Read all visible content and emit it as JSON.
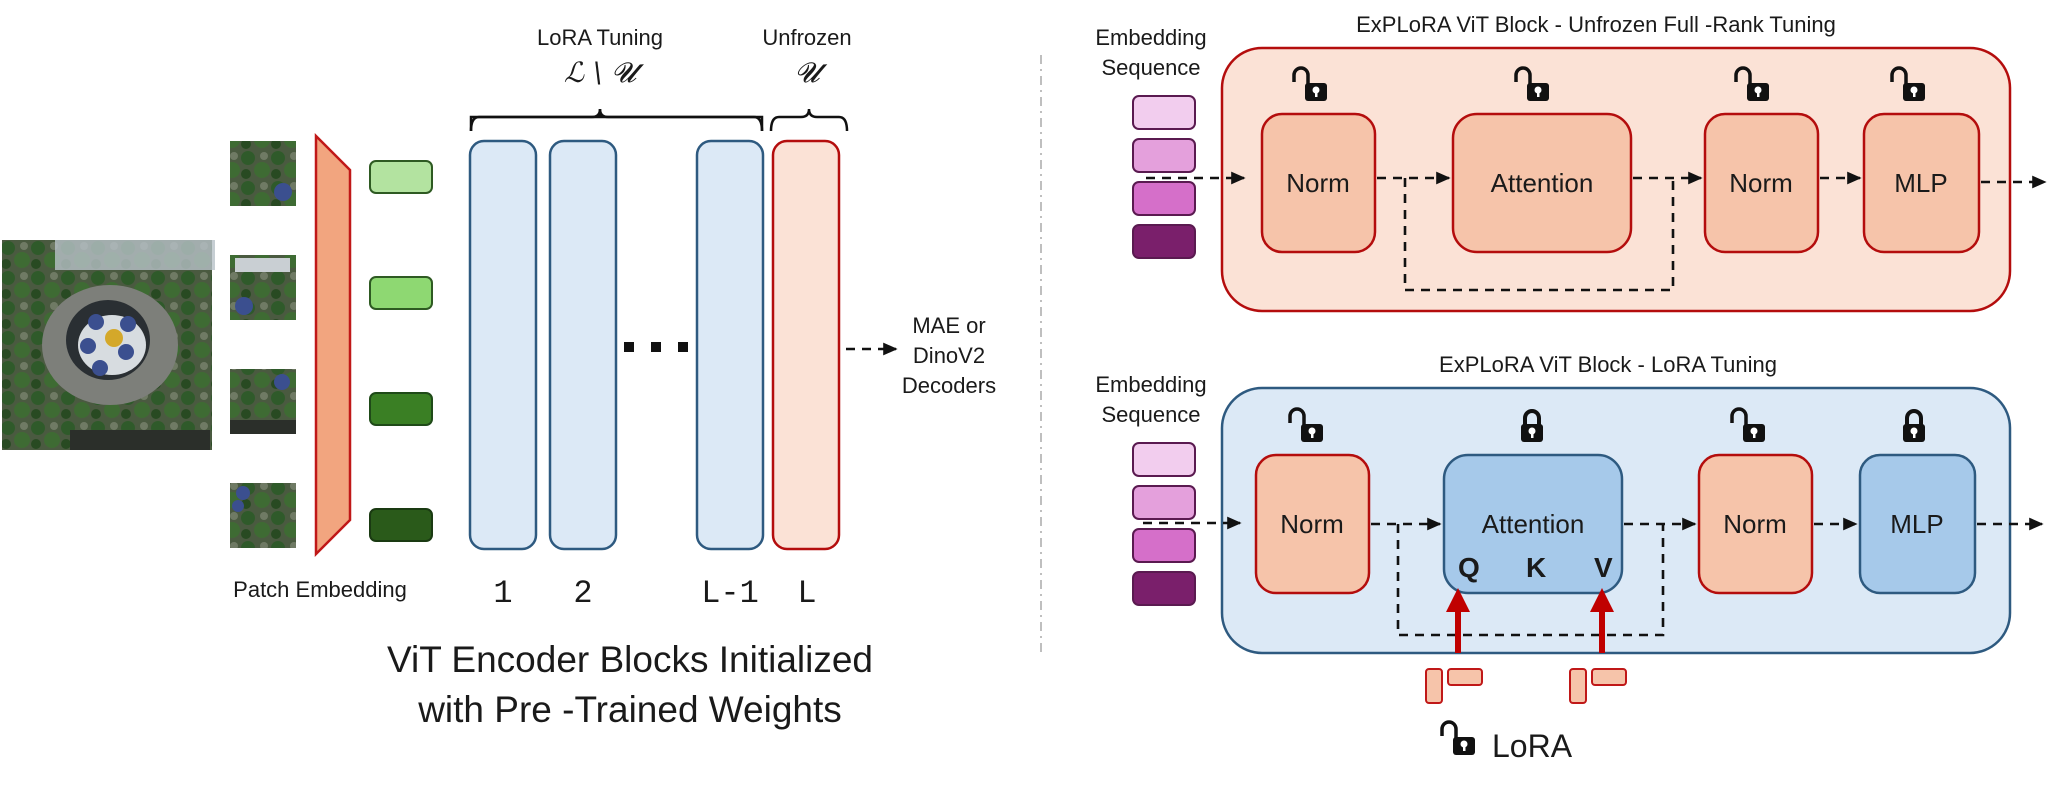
{
  "left_panel": {
    "input_image": {
      "description": "satellite image of a cathedral with blue domes surrounded by trees"
    },
    "patches": [
      {
        "description": "top-left patch"
      },
      {
        "description": "top-right patch"
      },
      {
        "description": "bottom-left patch"
      },
      {
        "description": "bottom-right patch"
      }
    ],
    "patch_embedding_label": "Patch Embedding",
    "token_colors": [
      "#b3e3a0",
      "#8ed872",
      "#3a7f24",
      "#2a5a1a"
    ],
    "brace_lora": {
      "title": "LoRA Tuning",
      "symbol": "ℒ \\ 𝓤"
    },
    "brace_unfrozen": {
      "title": "Unfrozen",
      "symbol": "𝓤"
    },
    "blocks": [
      {
        "label": "1",
        "type": "lora"
      },
      {
        "label": "2",
        "type": "lora"
      },
      {
        "label": "L-1",
        "type": "lora"
      },
      {
        "label": "L",
        "type": "unfrozen"
      }
    ],
    "ellipsis": "• • •",
    "decoder_label": [
      "MAE or",
      "DinoV2",
      "Decoders"
    ],
    "caption": [
      "ViT Encoder Blocks Initialized",
      "with Pre -Trained Weights"
    ]
  },
  "top_block": {
    "title": "ExPLoRA ViT Block  - Unfrozen Full -Rank Tuning",
    "sequence_label": [
      "Embedding",
      "Sequence"
    ],
    "sequence_colors": [
      "#f2cdee",
      "#e4a0dc",
      "#d56fc9",
      "#7a1f6b"
    ],
    "modules": [
      {
        "label": "Norm",
        "lock": "unlocked"
      },
      {
        "label": "Attention",
        "lock": "unlocked"
      },
      {
        "label": "Norm",
        "lock": "unlocked"
      },
      {
        "label": "MLP",
        "lock": "unlocked"
      }
    ]
  },
  "bottom_block": {
    "title": "ExPLoRA ViT Block  - LoRA Tuning",
    "sequence_label": [
      "Embedding",
      "Sequence"
    ],
    "sequence_colors": [
      "#f2cdee",
      "#e4a0dc",
      "#d56fc9",
      "#7a1f6b"
    ],
    "modules": [
      {
        "label": "Norm",
        "lock": "unlocked"
      },
      {
        "label": "Attention",
        "lock": "locked",
        "sub_labels": [
          "Q",
          "K",
          "V"
        ]
      },
      {
        "label": "Norm",
        "lock": "unlocked"
      },
      {
        "label": "MLP",
        "lock": "locked"
      }
    ],
    "lora_legend": "LoRA",
    "lora_targets": [
      "Q",
      "V"
    ]
  },
  "colors": {
    "lora_fill": "#dce9f6",
    "lora_stroke": "#2e5a80",
    "frozen_module_fill": "#a6c9ea",
    "unfrozen_fill": "#fbe2d6",
    "unfrozen_stroke": "#b40d0d",
    "unfrozen_module_fill": "#f6c4aa",
    "patch_embed_fill": "#f2a57f",
    "lora_arrow": "#c00000"
  }
}
